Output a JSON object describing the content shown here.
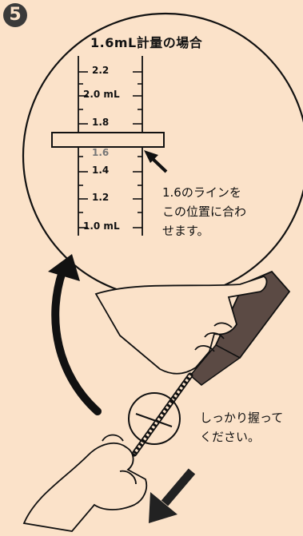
{
  "step_number": "5",
  "title": "1.6mL計量の場合",
  "scale_labels": [
    "2.2",
    "2.0 mL",
    "1.8",
    "1.6",
    "1.4",
    "1.2",
    "1.0 mL"
  ],
  "note_lines": [
    "1.6のラインを",
    "この位置に合わ",
    "せます。"
  ],
  "grip_note_lines": [
    "しっかり握って",
    "ください。"
  ],
  "colors": {
    "background": "#fbe2c9",
    "outline": "#111111",
    "bottle": "#5b4a44",
    "skin": "#fbe2c9",
    "arrow": "#222222"
  }
}
